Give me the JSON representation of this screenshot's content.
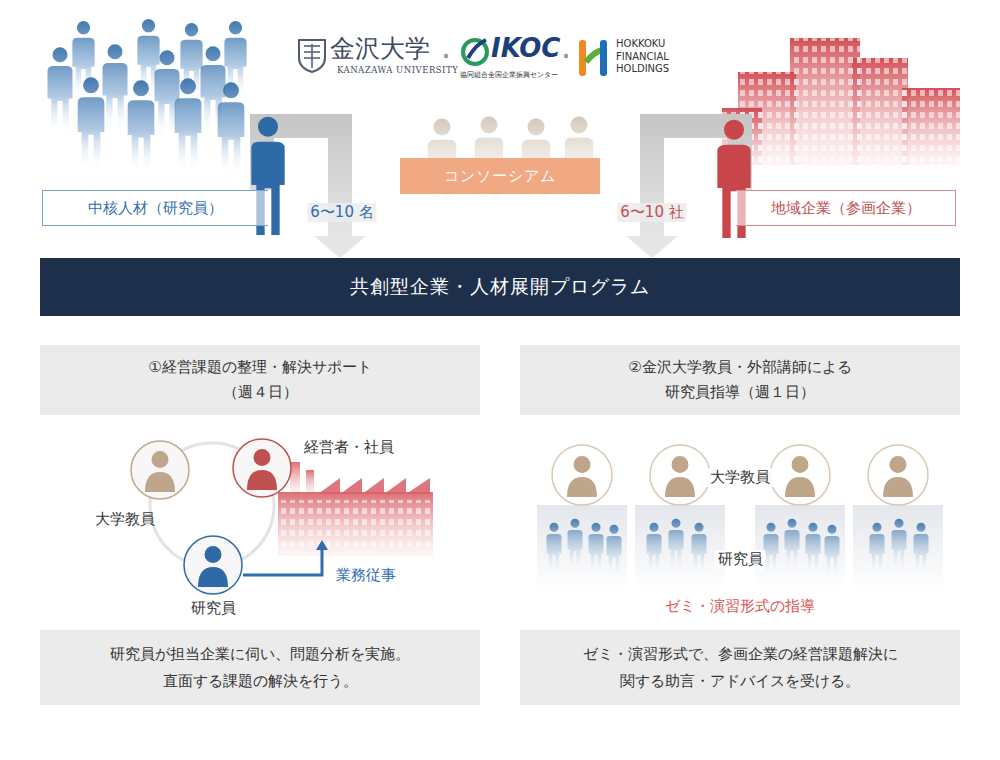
{
  "diagram": {
    "nodes": [
      {
        "text": [
          "中核人材（研究員）"
        ]
      },
      {
        "text": [
          "コンソーシアム"
        ]
      },
      {
        "text": [
          "地域企業（参画企業）"
        ]
      },
      {
        "text": [
          "共創型企業・人材展開プログラム"
        ]
      },
      {
        "text": [
          "①経営課題の整理・解決サポート （週４日）"
        ]
      },
      {
        "text": [
          "②金沢大学教員・外部講師による 研究員指導（週１日）"
        ]
      },
      {
        "text": [
          "経営者・社員"
        ]
      },
      {
        "text": [
          "大学教員"
        ]
      },
      {
        "text": [
          "研究員"
        ]
      },
      {
        "text": [
          "研究員が担当企業に伺い、問題分析を実施。 直面する課題の解決を行う。"
        ]
      },
      {
        "text": [
          "ゼミ・演習形式で、参画企業の経営課題解決に 関する助言・アドバイスを受ける。"
        ]
      }
    ],
    "edges": [
      {
        "from": 0,
        "to": 3,
        "arrow": "to",
        "label": "6〜10 名"
      },
      {
        "from": 2,
        "to": 3,
        "arrow": "to",
        "label": "6〜10 社"
      }
    ],
    "labels": [
      "金沢大学",
      "KANAZAWA UNIVERSITY",
      "IKOC",
      "協同組合全国企業振興センター",
      "HOKKOKU FINANCIAL HOLDINGS",
      "業務従事",
      "大学教員",
      "研究員",
      "ゼミ・演習形式の指導"
    ]
  }
}
